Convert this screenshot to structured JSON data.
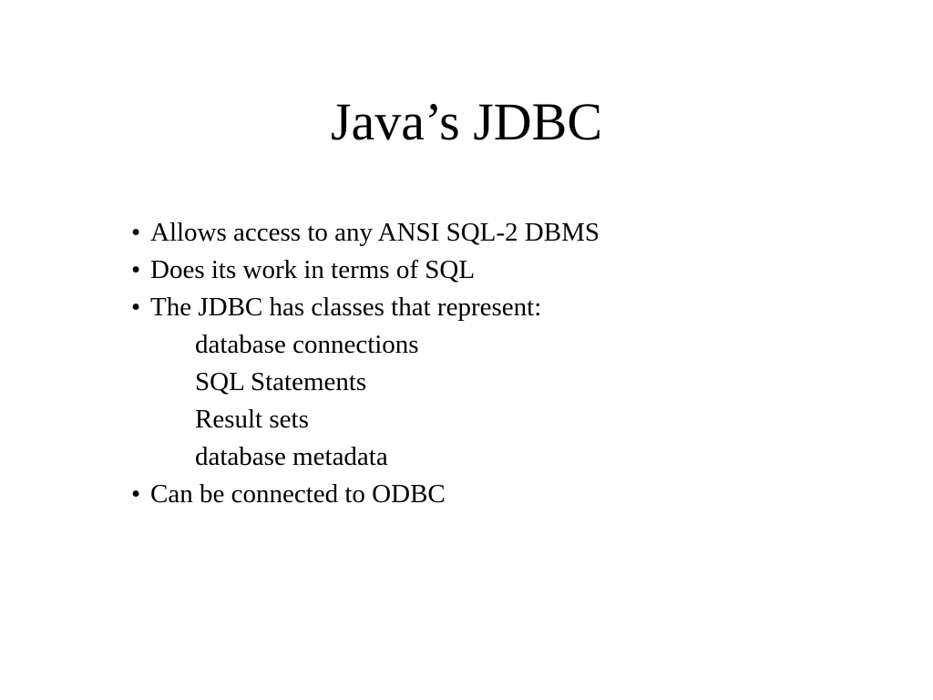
{
  "slide": {
    "title": "Java’s JDBC",
    "bullet_char": "•",
    "items": [
      {
        "level": 1,
        "text": "Allows access to any ANSI SQL-2 DBMS"
      },
      {
        "level": 1,
        "text": "Does its work in terms of SQL"
      },
      {
        "level": 1,
        "text": "The JDBC has classes that represent:"
      },
      {
        "level": 2,
        "text": "database connections"
      },
      {
        "level": 2,
        "text": "SQL Statements"
      },
      {
        "level": 2,
        "text": "Result sets"
      },
      {
        "level": 2,
        "text": "database metadata"
      },
      {
        "level": 1,
        "text": "Can be connected to ODBC"
      }
    ]
  }
}
